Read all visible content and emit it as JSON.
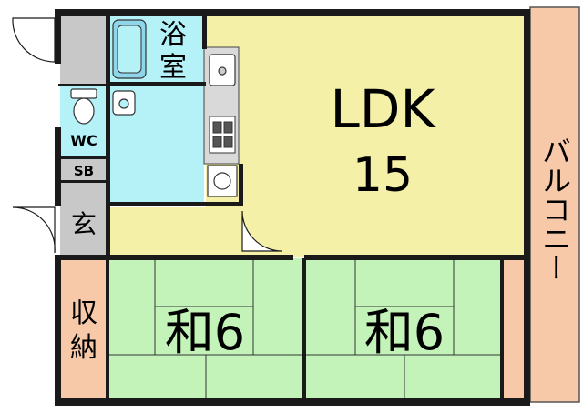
{
  "rooms": {
    "ldk_name": "LDK",
    "ldk_size": "15",
    "bath_char1": "浴",
    "bath_char2": "室",
    "wc": "WC",
    "sb": "SB",
    "entrance": "玄",
    "storage_char1": "収",
    "storage_char2": "納",
    "washitsu_left": "和6",
    "washitsu_right": "和6"
  },
  "balcony": {
    "label": "バルコニー"
  },
  "colors": {
    "ldk": "#f5f0a8",
    "balcony": "#f7c9a8",
    "storage": "#f7c9a8",
    "tatami": "#c3f3b8",
    "washroom": "#b4f2f8",
    "bath": "#b4f2f8",
    "wall": "#1a1a1a",
    "gray_space": "#c8c8c8"
  }
}
